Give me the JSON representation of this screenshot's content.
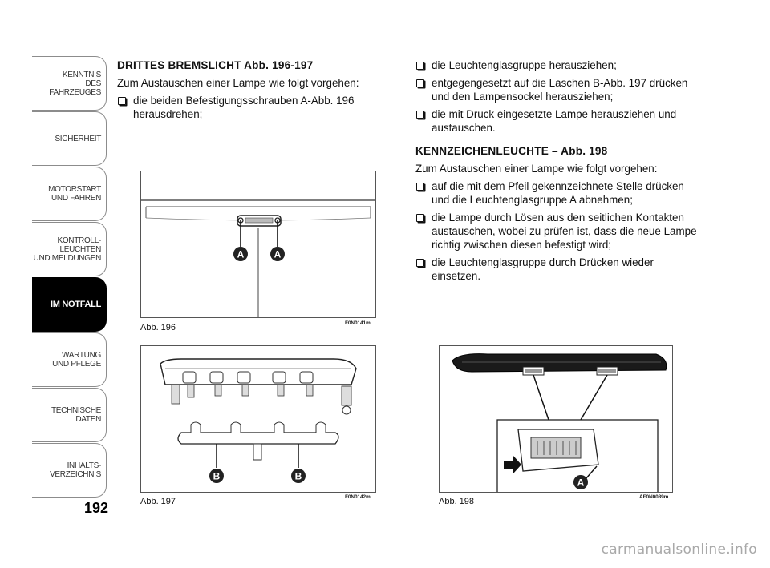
{
  "sidebar": {
    "tabs": [
      {
        "label": "KENNTNIS\nDES FAHRZEUGES",
        "active": false
      },
      {
        "label": "SICHERHEIT",
        "active": false
      },
      {
        "label": "MOTORSTART\nUND FAHREN",
        "active": false
      },
      {
        "label": "KONTROLL-\nLEUCHTEN\nUND MELDUNGEN",
        "active": false
      },
      {
        "label": "IM NOTFALL",
        "active": true
      },
      {
        "label": "WARTUNG\nUND PFLEGE",
        "active": false
      },
      {
        "label": "TECHNISCHE\nDATEN",
        "active": false
      },
      {
        "label": "INHALTS-\nVERZEICHNIS",
        "active": false
      }
    ],
    "page_number": "192"
  },
  "left_column": {
    "heading": "DRITTES BREMSLICHT Abb. 196-197",
    "intro": "Zum Austauschen einer Lampe wie folgt vorgehen:",
    "steps": [
      "die beiden Befestigungsschrauben A-Abb. 196 herausdrehen;"
    ]
  },
  "right_column": {
    "steps_continued": [
      "die Leuchtenglasgruppe herausziehen;",
      "entgegengesetzt auf die Laschen B-Abb. 197 drücken und den Lampensockel herausziehen;",
      "die mit Druck eingesetzte Lampe herausziehen und austauschen."
    ],
    "heading": "KENNZEICHENLEUCHTE – Abb. 198",
    "intro": "Zum Austauschen einer Lampe wie folgt vorgehen:",
    "steps": [
      "auf die mit dem Pfeil gekennzeichnete Stelle drücken und die Leuchtenglasgruppe A abnehmen;",
      "die Lampe durch Lösen aus den seitlichen Kontakten austauschen, wobei zu prüfen ist, dass die neue Lampe richtig zwischen diesen befestigt wird;",
      "die Leuchtenglasgruppe durch Drücken wieder einsetzen."
    ]
  },
  "figures": {
    "fig196": {
      "caption": "Abb. 196",
      "code": "F0N0141m",
      "callouts": [
        "A",
        "A"
      ]
    },
    "fig197": {
      "caption": "Abb. 197",
      "code": "F0N0142m",
      "callouts": [
        "B",
        "B"
      ]
    },
    "fig198": {
      "caption": "Abb. 198",
      "code": "AF0N0089m",
      "callouts": [
        "A"
      ]
    }
  },
  "colors": {
    "callout_fill": "#222222",
    "active_tab": "#000000",
    "watermark": "#a9a9a9"
  },
  "watermark": "carmanualsonline.info"
}
